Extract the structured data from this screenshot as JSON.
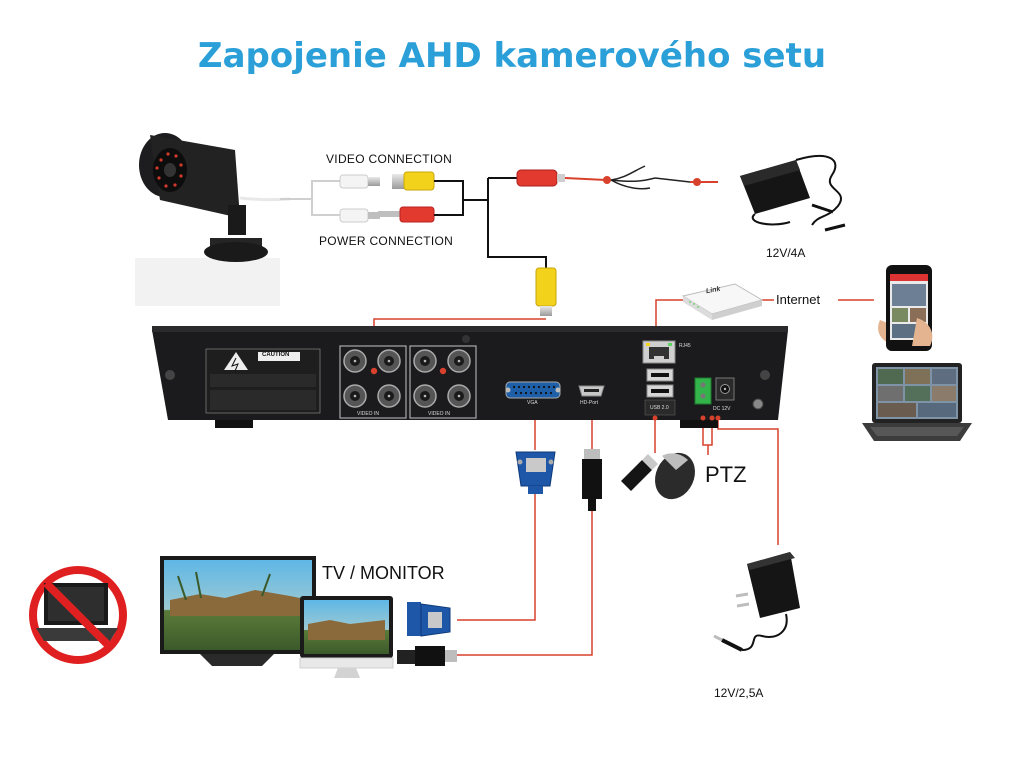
{
  "title": "Zapojenie AHD kamerového setu",
  "labels": {
    "video_connection": "VIDEO CONNECTION",
    "power_connection": "POWER CONNECTION",
    "psu_12v_4a": "12V/4A",
    "internet": "Internet",
    "ptz": "PTZ",
    "tv_monitor": "TV / MONITOR",
    "psu_12v_25a": "12V/2,5A"
  },
  "dvr": {
    "caution": "CAUTION",
    "video_in_1": "VIDEO IN",
    "video_in_2": "VIDEO IN",
    "vga": "VGA",
    "hd_port": "HD-Port",
    "rj45": "RJ45",
    "usb": "USB 2.0",
    "dc_12v": "DC 12V",
    "link_brand": "Link"
  },
  "colors": {
    "title": "#2a9fd8",
    "cable_red": "#d8412b",
    "cable_black": "#111111",
    "dvr_body": "#1b1b1d",
    "bnc_yellow": "#f3d21c"
  }
}
